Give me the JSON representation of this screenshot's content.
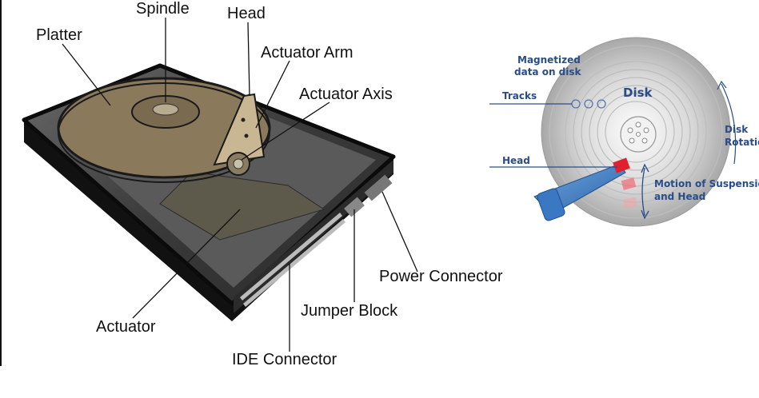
{
  "left_diagram": {
    "labels": {
      "spindle": "Spindle",
      "head": "Head",
      "platter": "Platter",
      "actuator_arm": "Actuator Arm",
      "actuator_axis": "Actuator Axis",
      "power_connector": "Power Connector",
      "jumper_block": "Jumper Block",
      "actuator": "Actuator",
      "ide_connector": "IDE Connector"
    }
  },
  "right_diagram": {
    "labels": {
      "magnetized_line1": "Magnetized",
      "magnetized_line2": "data on disk",
      "tracks": "Tracks",
      "disk": "Disk",
      "head": "Head",
      "disk_rotation_line1": "Disk",
      "disk_rotation_line2": "Rotation",
      "motion_line1": "Motion of Suspension",
      "motion_line2": "and Head"
    }
  },
  "colors": {
    "label_text": "#111111",
    "right_label_text": "#2a4d87",
    "platter": "#8e7c5f",
    "case": "#1e1e1e",
    "head_marker": "#e0202e",
    "arm": "#3a7cc4"
  }
}
